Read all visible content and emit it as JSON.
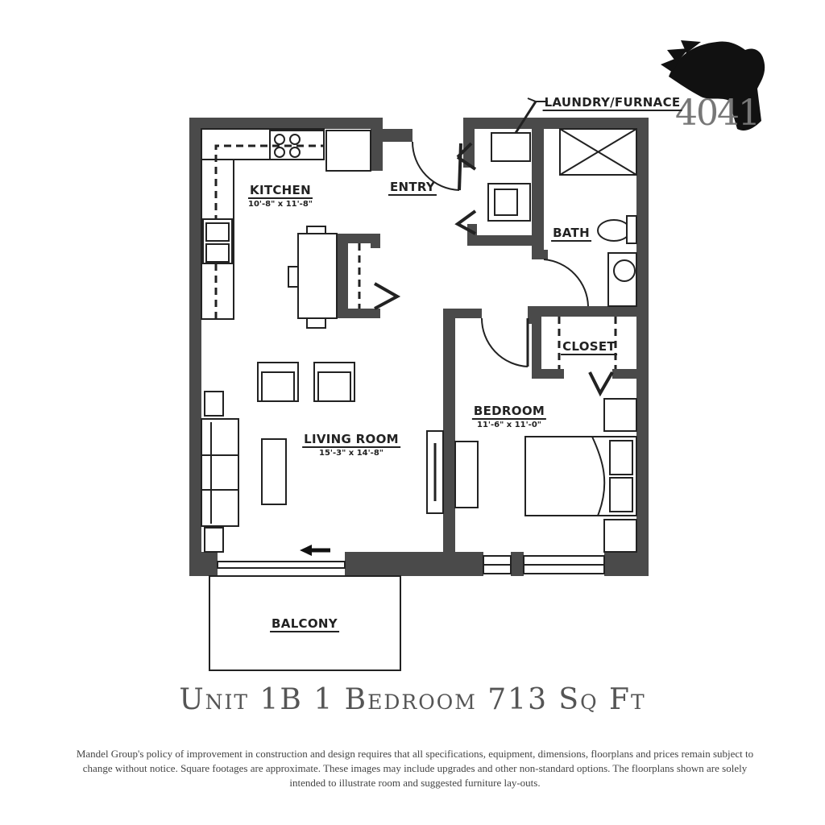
{
  "logo": {
    "text": "4041",
    "icon": "horse-head-icon"
  },
  "rooms": {
    "laundry": {
      "name": "LAUNDRY/FURNACE"
    },
    "kitchen": {
      "name": "KITCHEN",
      "dims": "10'-8\" x 11'-8\""
    },
    "entry": {
      "name": "ENTRY"
    },
    "bath": {
      "name": "BATH"
    },
    "closet": {
      "name": "CLOSET"
    },
    "bedroom": {
      "name": "BEDROOM",
      "dims": "11'-6\" x 11'-0\""
    },
    "living": {
      "name": "LIVING ROOM",
      "dims": "15'-3\" x 14'-8\""
    },
    "balcony": {
      "name": "BALCONY"
    }
  },
  "title": "Unit 1B 1 Bedroom 713 Sq Ft",
  "disclaimer": "Mandel Group's policy of improvement in construction and design requires that all specifications, equipment, dimensions, floorplans and prices remain subject to change without notice. Square footages are approximate. These images may include upgrades and other non-standard options. The floorplans shown are solely intended to illustrate room and suggested furniture lay-outs.",
  "colors": {
    "wall": "#4a4a4a",
    "title": "#555555"
  }
}
